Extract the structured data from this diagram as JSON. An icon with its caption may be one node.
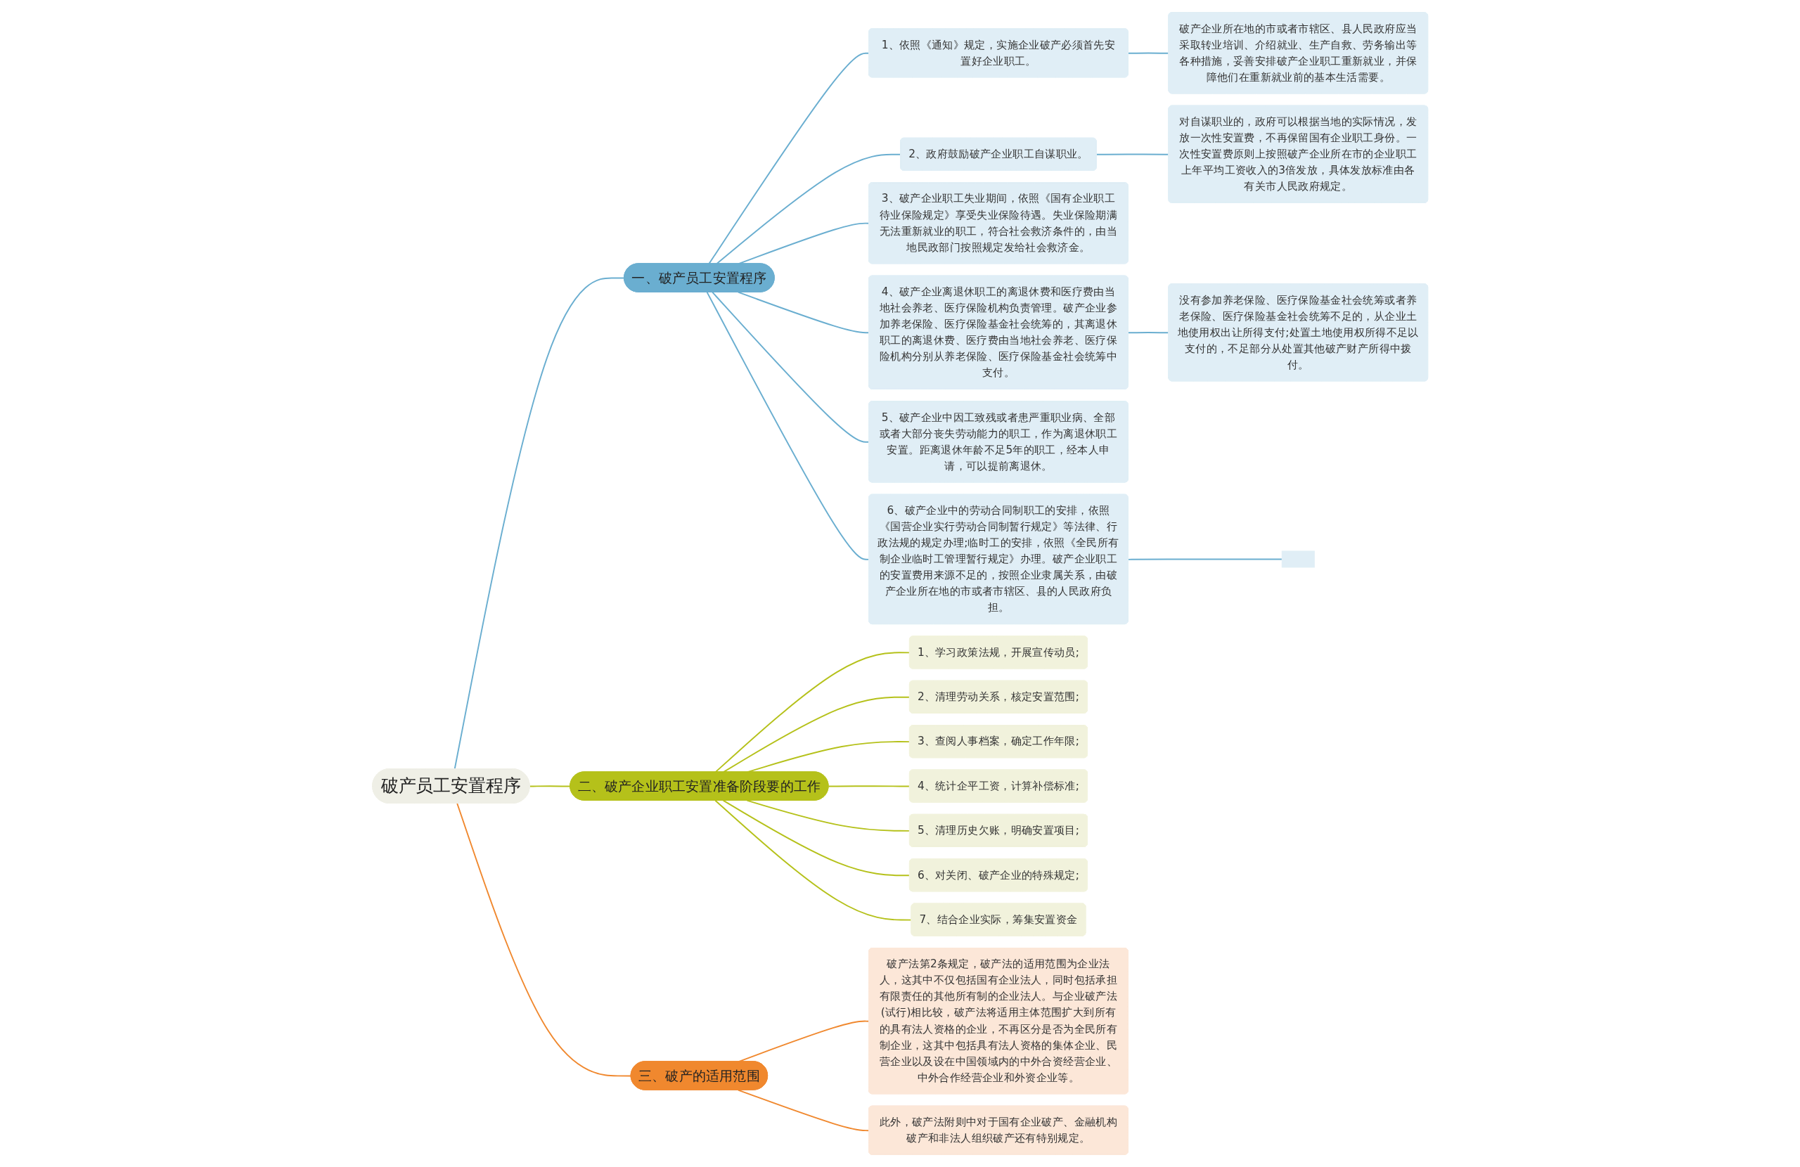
{
  "diagram": {
    "nodes": [
      {
        "text": [
          "破产员工安置程序"
        ]
      },
      {
        "text": [
          "一、破产员工安置程序"
        ]
      },
      {
        "text": [
          "1、依照《通知》规定，实施企业破产必须首先安置好企业职工。"
        ]
      },
      {
        "text": [
          "破产企业所在地的市或者市辖区、县人民政府应当采取转业培训、介绍就业、生产自救、劳务输出等各种措施，妥善安排破产企业职工重新就业，并保障他们在重新就业前的基本生活需要。"
        ]
      },
      {
        "text": [
          "2、政府鼓励破产企业职工自谋职业。"
        ]
      },
      {
        "text": [
          "对自谋职业的，政府可以根据当地的实际情况，发放一次性安置费，不再保留国有企业职工身份。一次性安置费原则上按照破产企业所在市的企业职工上年平均工资收入的3倍发放，具体发放标准由各有关市人民政府规定。"
        ]
      },
      {
        "text": [
          "3、破产企业职工失业期间，依照《国有企业职工待业保险规定》享受失业保险待遇。失业保险期满无法重新就业的职工，符合社会救济条件的，由当地民政部门按照规定发给社会救济金。"
        ]
      },
      {
        "text": [
          "4、破产企业离退休职工的离退休费和医疗费由当地社会养老、医疗保险机构负责管理。破产企业参加养老保险、医疗保险基金社会统筹的，其离退休职工的离退休费、医疗费由当地社会养老、医疗保险机构分别从养老保险、医疗保险基金社会统筹中支付。"
        ]
      },
      {
        "text": [
          "没有参加养老保险、医疗保险基金社会统筹或者养老保险、医疗保险基金社会统筹不足的，从企业土地使用权出让所得支付;处置土地使用权所得不足以支付的，不足部分从处置其他破产财产所得中拨付。"
        ]
      },
      {
        "text": [
          "5、破产企业中因工致残或者患严重职业病、全部或者大部分丧失劳动能力的职工，作为离退休职工安置。距离退休年龄不足5年的职工，经本人申请，可以提前离退休。"
        ]
      },
      {
        "text": [
          "6、破产企业中的劳动合同制职工的安排，依照《国营企业实行劳动合同制暂行规定》等法律、行政法规的规定办理;临时工的安排，依照《全民所有制企业临时工管理暂行规定》办理。破产企业职工的安置费用来源不足的，按照企业隶属关系，由破产企业所在地的市或者市辖区、县的人民政府负担。"
        ]
      },
      {
        "text": [],
        "shape": "box"
      },
      {
        "text": [
          "二、破产企业职工安置准备阶段要的工作"
        ]
      },
      {
        "text": [
          "1、学习政策法规，开展宣传动员;"
        ]
      },
      {
        "text": [
          "2、清理劳动关系，核定安置范围;"
        ]
      },
      {
        "text": [
          "3、查阅人事档案，确定工作年限;"
        ]
      },
      {
        "text": [
          "4、统计企平工资，计算补偿标准;"
        ]
      },
      {
        "text": [
          "5、清理历史欠账，明确安置项目;"
        ]
      },
      {
        "text": [
          "6、对关闭、破产企业的特殊规定;"
        ]
      },
      {
        "text": [
          "7、结合企业实际，筹集安置资金"
        ]
      },
      {
        "text": [
          "三、破产的适用范围"
        ]
      },
      {
        "text": [
          "破产法第2条规定，破产法的适用范围为企业法人，这其中不仅包括国有企业法人，同时包括承担有限责任的其他所有制的企业法人。与企业破产法(试行)相比较，破产法将适用主体范围扩大到所有的具有法人资格的企业，不再区分是否为全民所有制企业，这其中包括具有法人资格的集体企业、民营企业以及设在中国领域内的中外合资经营企业、中外合作经营企业和外资企业等。"
        ]
      },
      {
        "text": [
          "此外，破产法附则中对于国有企业破产、金融机构破产和非法人组织破产还有特别规定。"
        ]
      }
    ],
    "edges": [
      {
        "from": 0,
        "to": 1,
        "arrow": "none"
      },
      {
        "from": 1,
        "to": 2,
        "arrow": "none"
      },
      {
        "from": 2,
        "to": 3,
        "arrow": "none"
      },
      {
        "from": 1,
        "to": 4,
        "arrow": "none"
      },
      {
        "from": 4,
        "to": 5,
        "arrow": "none"
      },
      {
        "from": 1,
        "to": 6,
        "arrow": "none"
      },
      {
        "from": 1,
        "to": 7,
        "arrow": "none"
      },
      {
        "from": 7,
        "to": 8,
        "arrow": "none"
      },
      {
        "from": 1,
        "to": 9,
        "arrow": "none"
      },
      {
        "from": 1,
        "to": 10,
        "arrow": "none"
      },
      {
        "from": 10,
        "to": 11,
        "arrow": "none"
      },
      {
        "from": 0,
        "to": 12,
        "arrow": "none",
        "color": "#b5c11a"
      },
      {
        "from": 12,
        "to": 13,
        "arrow": "none",
        "color": "#b5c11a"
      },
      {
        "from": 12,
        "to": 14,
        "arrow": "none",
        "color": "#b5c11a"
      },
      {
        "from": 12,
        "to": 15,
        "arrow": "none",
        "color": "#b5c11a"
      },
      {
        "from": 12,
        "to": 16,
        "arrow": "none",
        "color": "#b5c11a"
      },
      {
        "from": 12,
        "to": 17,
        "arrow": "none",
        "color": "#b5c11a"
      },
      {
        "from": 12,
        "to": 18,
        "arrow": "none",
        "color": "#b5c11a"
      },
      {
        "from": 12,
        "to": 19,
        "arrow": "none",
        "color": "#b5c11a"
      },
      {
        "from": 0,
        "to": 20,
        "arrow": "none",
        "color": "#f0882e"
      },
      {
        "from": 20,
        "to": 21,
        "arrow": "none",
        "color": "#f0882e"
      },
      {
        "from": 20,
        "to": 22,
        "arrow": "none",
        "color": "#f0882e"
      }
    ]
  }
}
